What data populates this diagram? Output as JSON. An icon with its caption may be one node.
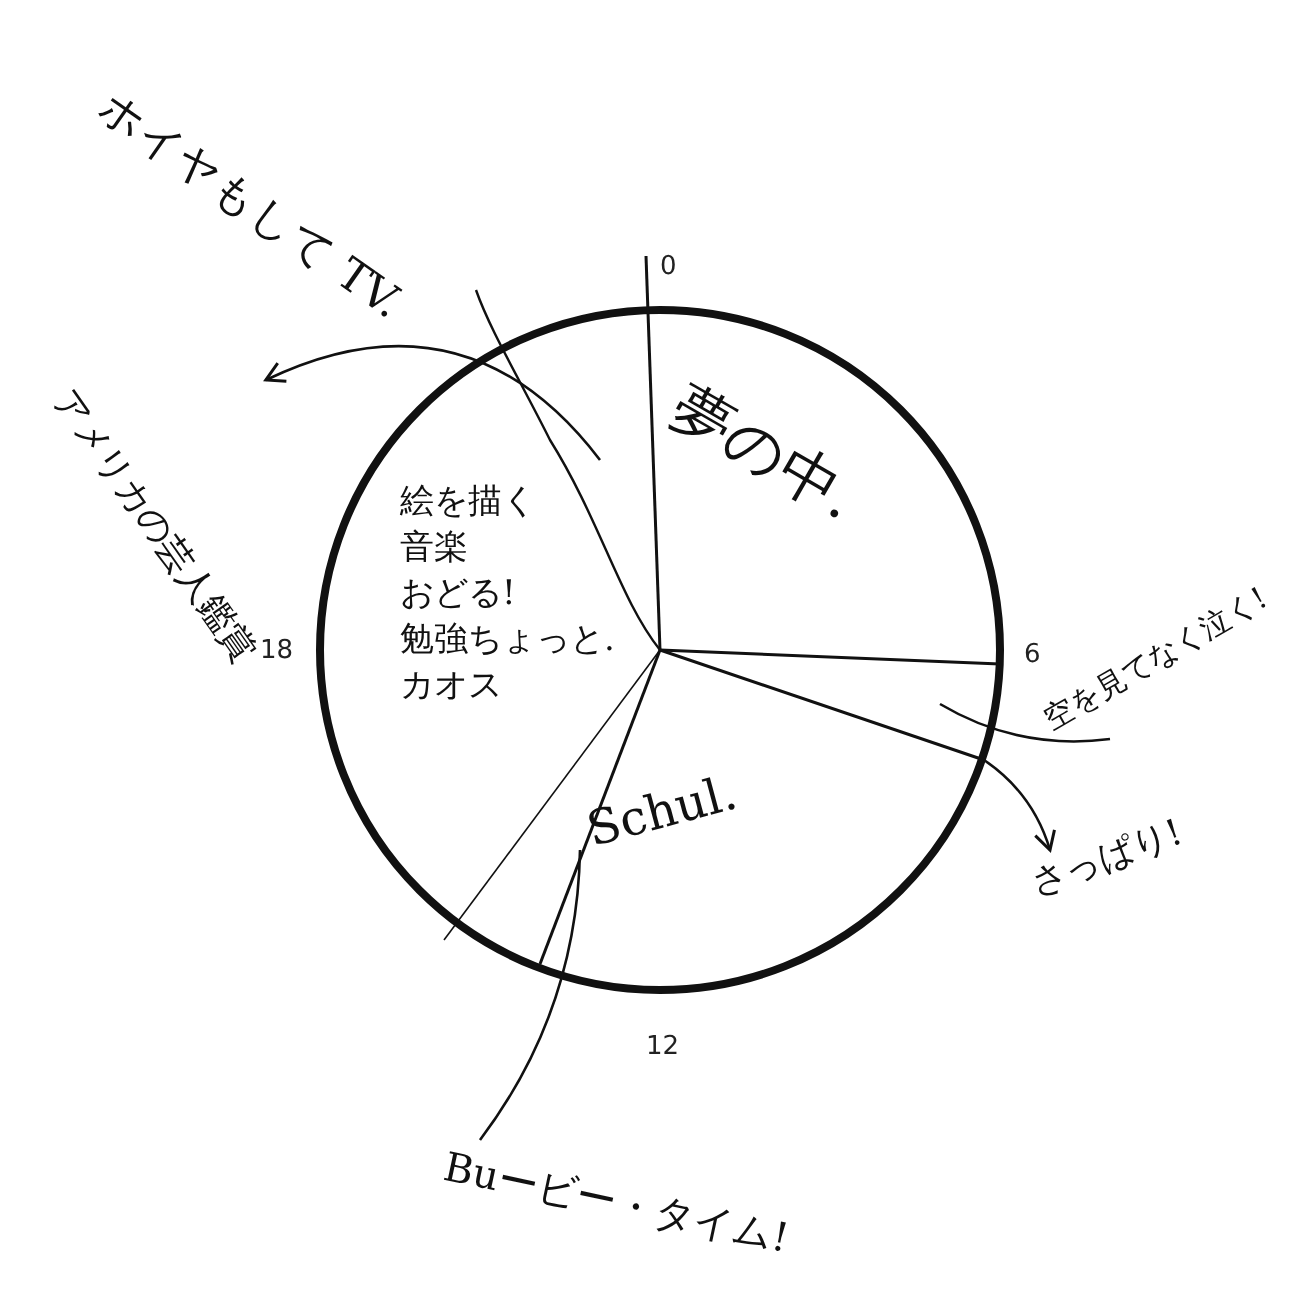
{
  "diagram": {
    "nodes": [
      {
        "text": [
          "夢の中."
        ]
      },
      {
        "text": [
          "絵を描く",
          "音楽",
          "おどる!",
          "勉強ちょっと.",
          "カオス"
        ]
      },
      {
        "text": [
          "Schul."
        ]
      },
      {
        "text": [
          "空を見てなく泣く!"
        ]
      },
      {
        "text": [
          "さっぱり!"
        ]
      },
      {
        "text": [
          "ホイヤもして TV."
        ]
      },
      {
        "text": [
          "アメリカの芸人鑑賞"
        ]
      },
      {
        "text": [
          "Buービー・タイム!"
        ]
      }
    ],
    "edges": [
      {
        "from": 1,
        "to": 6,
        "arrow": "to"
      },
      {
        "from": null,
        "to": 3,
        "arrow": "none"
      },
      {
        "from": null,
        "to": 4,
        "arrow": "to"
      },
      {
        "from": 2,
        "to": 7,
        "arrow": "none"
      }
    ],
    "labels": [
      "0",
      "6",
      "12",
      "18"
    ]
  }
}
